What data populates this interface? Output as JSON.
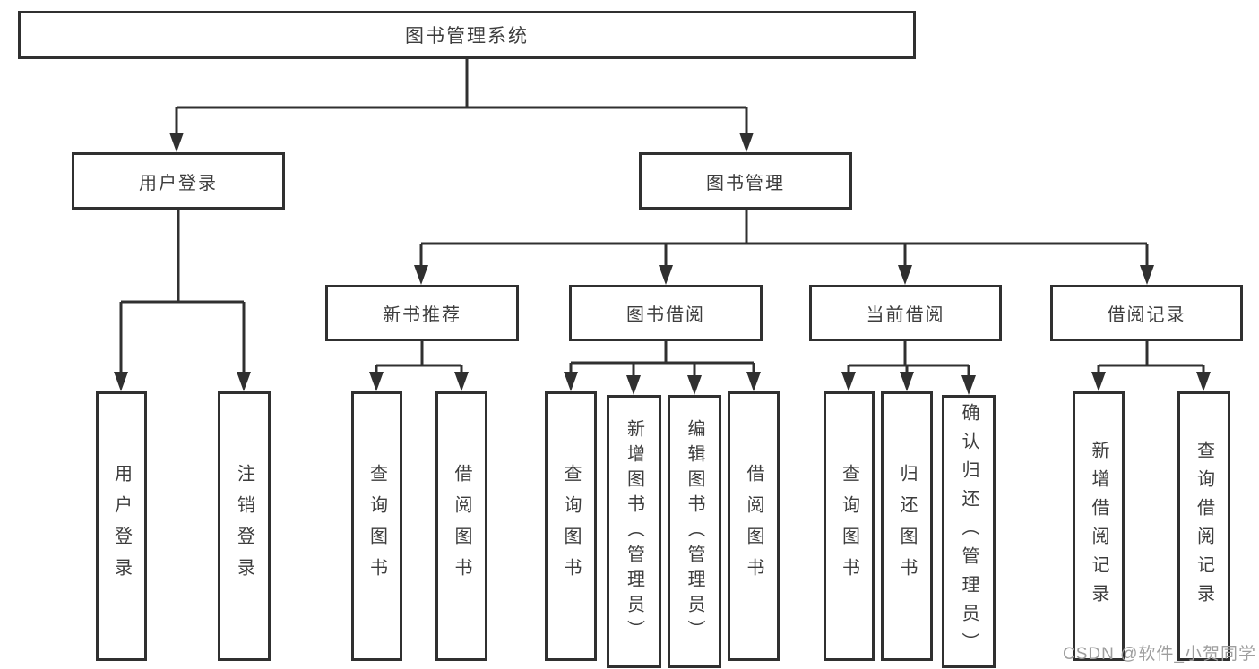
{
  "diagram": {
    "root": {
      "label": "图书管理系统"
    },
    "user_login": {
      "label": "用户登录",
      "children": [
        "用户登录",
        "注销登录"
      ]
    },
    "book_management": {
      "label": "图书管理",
      "sections": [
        {
          "label": "新书推荐",
          "children": [
            "查询图书",
            "借阅图书"
          ]
        },
        {
          "label": "图书借阅",
          "children": [
            "查询图书",
            "新增图书（管理员）",
            "编辑图书（管理员）",
            "借阅图书"
          ]
        },
        {
          "label": "当前借阅",
          "children": [
            "查询图书",
            "归还图书",
            "确认归还（管理员）"
          ]
        },
        {
          "label": "借阅记录",
          "children": [
            "新增借阅记录",
            "查询借阅记录"
          ]
        }
      ]
    },
    "watermark": "CSDN @软件_小贺同学",
    "colors": {
      "line": "#303030",
      "box_border": "#303030",
      "box_fill": "#ffffff",
      "text": "#3d3d3d",
      "watermark": "#9e9e9e",
      "background": "#ffffff"
    }
  }
}
